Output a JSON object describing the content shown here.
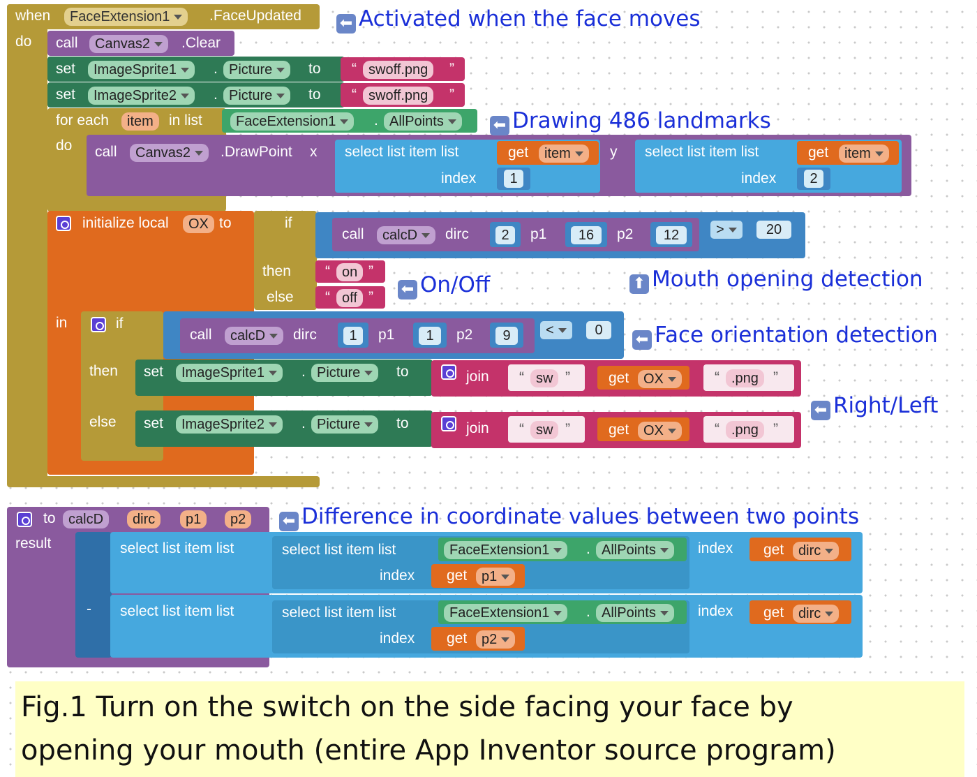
{
  "event_block": {
    "when": "when",
    "component": "FaceExtension1",
    "event": ".FaceUpdated",
    "do": "do"
  },
  "clear_call": {
    "call": "call",
    "component": "Canvas2",
    "method": ".Clear"
  },
  "set1": {
    "set": "set",
    "component": "ImageSprite1",
    "dot": ".",
    "property": "Picture",
    "to": "to",
    "value": "swoff.png"
  },
  "set2": {
    "set": "set",
    "component": "ImageSprite2",
    "dot": ".",
    "property": "Picture",
    "to": "to",
    "value": "swoff.png"
  },
  "for_each": {
    "label": "for each",
    "var": "item",
    "in_list": "in list",
    "component": "FaceExtension1",
    "dot": ".",
    "property": "AllPoints",
    "do": "do"
  },
  "draw_point": {
    "call": "call",
    "component": "Canvas2",
    "method": ".DrawPoint",
    "x": "x",
    "y": "y",
    "select_x": "select list item  list",
    "get": "get",
    "var": "item",
    "index": "index",
    "index_x": "1",
    "select_y": "select list item  list",
    "index_y": "2"
  },
  "local": {
    "label": "initialize local",
    "var": "OX",
    "to": "to",
    "if": "if",
    "call": "call",
    "proc": "calcD",
    "dirc": "dirc",
    "dirc_val": "2",
    "p1": "p1",
    "p1_val": "16",
    "p2": "p2",
    "p2_val": "12",
    "op": ">",
    "compare_val": "20",
    "then": "then",
    "then_val": "on",
    "else": "else",
    "else_val": "off",
    "in": "in"
  },
  "inner_if": {
    "if": "if",
    "call": "call",
    "proc": "calcD",
    "dirc": "dirc",
    "dirc_val": "1",
    "p1": "p1",
    "p1_val": "1",
    "p2": "p2",
    "p2_val": "9",
    "op": "<",
    "compare_val": "0",
    "then": "then",
    "else": "else",
    "set_then": {
      "set": "set",
      "component": "ImageSprite1",
      "dot": ".",
      "property": "Picture",
      "to": "to",
      "join": "join",
      "s1": "sw",
      "get": "get",
      "var": "OX",
      "s2": ".png"
    },
    "set_else": {
      "set": "set",
      "component": "ImageSprite2",
      "dot": ".",
      "property": "Picture",
      "to": "to",
      "join": "join",
      "s1": "sw",
      "get": "get",
      "var": "OX",
      "s2": ".png"
    }
  },
  "procedure": {
    "to": "to",
    "name": "calcD",
    "param1": "dirc",
    "param2": "p1",
    "param3": "p2",
    "result": "result",
    "minus": "-",
    "row1": {
      "outer": "select list item  list",
      "inner": "select list item  list",
      "component": "FaceExtension1",
      "dot": ".",
      "property": "AllPoints",
      "index_label": "index",
      "get": "get",
      "index_var": "p1",
      "outer_index": "index",
      "outer_var": "dirc"
    },
    "row2": {
      "outer": "select list item  list",
      "inner": "select list item  list",
      "component": "FaceExtension1",
      "dot": ".",
      "property": "AllPoints",
      "index_label": "index",
      "get": "get",
      "index_var": "p2",
      "outer_index": "index",
      "outer_var": "dirc"
    }
  },
  "annotations": {
    "face_moves": "Activated when the face moves",
    "landmarks": "Drawing 486 landmarks",
    "mouth": "Mouth opening detection",
    "onoff": "On/Off",
    "orientation": "Face orientation detection",
    "rightleft": "Right/Left",
    "difference": "Difference in coordinate values between two points",
    "arrow_left": "⬅",
    "arrow_up": "⬆"
  },
  "caption": {
    "line1": "Fig.1 Turn on the switch on the side facing your face by",
    "line2": "opening your mouth (entire App Inventor source program)"
  },
  "colors": {
    "event": "#b59a38",
    "procedure_call": "#8a5a9e",
    "setter": "#2e7a55",
    "local_var": "#e06a1e",
    "control": "#b59a38",
    "math": "#3f86c4",
    "list": "#46a8de",
    "text_join": "#c4336a",
    "annotation": "#1a2fd8",
    "caption_bg": "#ffffc6"
  }
}
